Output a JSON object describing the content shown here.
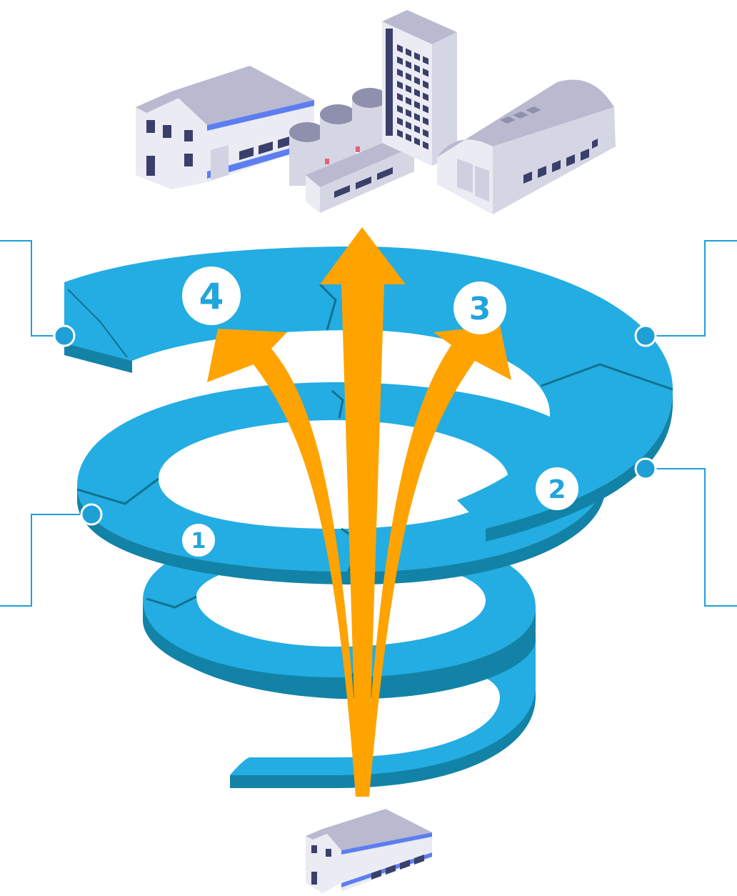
{
  "colors": {
    "spiral_top": "#23ade3",
    "spiral_side": "#1283a6",
    "seam": "#12718f",
    "arrow": "#ffa300",
    "connector": "#1e9fd6",
    "building_light": "#eaebf3",
    "building_mid": "#b9bad0",
    "building_dark": "#8e90ad",
    "building_accent": "#5d7ef0",
    "window": "#3b3f6b"
  },
  "steps": [
    {
      "number": "1"
    },
    {
      "number": "2"
    },
    {
      "number": "3"
    },
    {
      "number": "4"
    }
  ],
  "icons": {
    "top": [
      "factory-building-icon",
      "storage-tanks-icon",
      "office-tower-icon",
      "warehouse-hangar-icon"
    ],
    "bottom": "small-factory-icon"
  }
}
